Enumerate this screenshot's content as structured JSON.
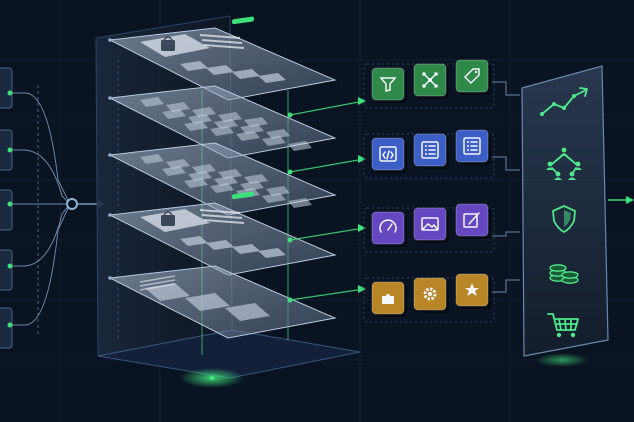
{
  "diagram": {
    "input_nodes": [
      "input-block-1",
      "input-block-2",
      "input-block-3",
      "input-block-4",
      "input-block-5"
    ],
    "layers": [
      {
        "kind": "product-page",
        "bag_icon": "shopping-bag-icon"
      },
      {
        "kind": "grid-page"
      },
      {
        "kind": "grid-page"
      },
      {
        "kind": "product-page",
        "bag_icon": "shopping-bag-icon"
      },
      {
        "kind": "text-page"
      }
    ],
    "icon_groups": [
      {
        "color": "#2f8a4a",
        "icons": [
          "filter-icon",
          "network-icon",
          "tag-icon"
        ]
      },
      {
        "color": "#3c5fc6",
        "icons": [
          "code-icon",
          "list-icon",
          "list-icon"
        ]
      },
      {
        "color": "#6547c2",
        "icons": [
          "gauge-icon",
          "image-icon",
          "edit-icon"
        ]
      },
      {
        "color": "#b88527",
        "icons": [
          "puzzle-icon",
          "gear-icon",
          "star-icon"
        ]
      }
    ],
    "outcome_icons": [
      "growth-chart-icon",
      "team-network-icon",
      "shield-icon",
      "coins-icon",
      "shopping-cart-icon"
    ],
    "colors": {
      "background": "#0a1322",
      "accent_green": "#3ee07a",
      "panel": "#8e9fb8",
      "line": "#6f86a6"
    }
  }
}
